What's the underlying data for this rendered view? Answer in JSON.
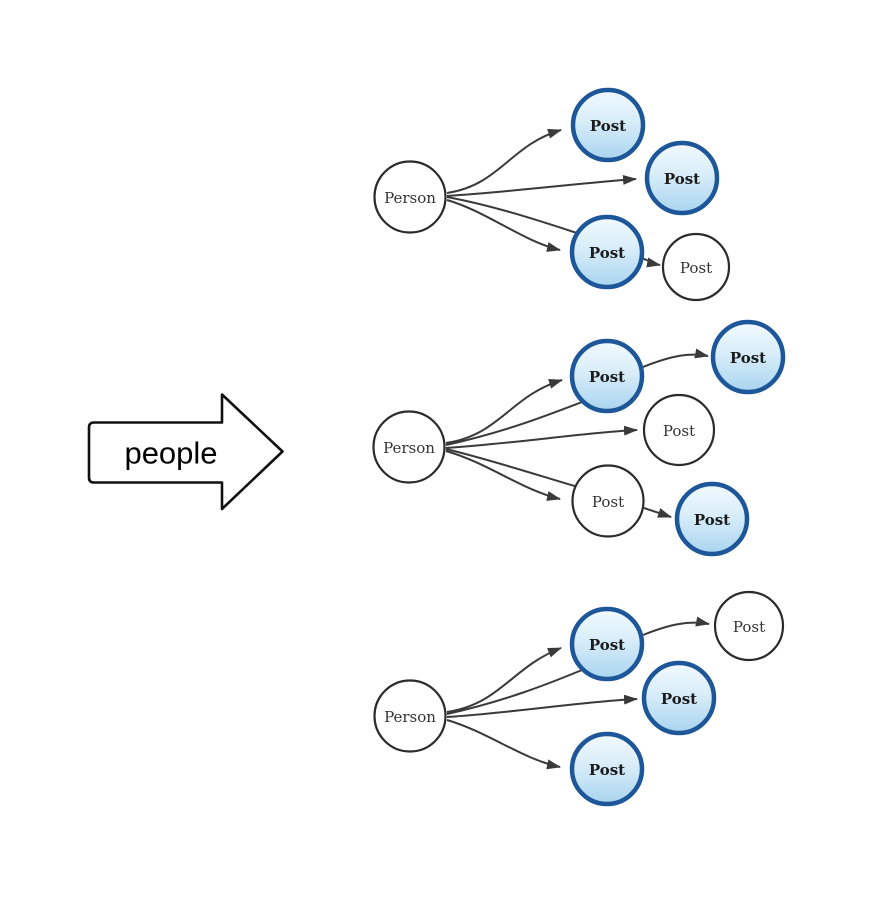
{
  "diagram": {
    "arrow_label": "people",
    "colors": {
      "highlight_border": "#1d5699",
      "highlight_fill_top": "#f2fafe",
      "highlight_fill_bottom": "#a8d4ef",
      "plain_node_border": "#2b2b2b",
      "edge": "#3a3a3a"
    },
    "clusters": [
      {
        "person": "Person",
        "posts": [
          {
            "label": "Post",
            "highlighted": true
          },
          {
            "label": "Post",
            "highlighted": true
          },
          {
            "label": "Post",
            "highlighted": true
          },
          {
            "label": "Post",
            "highlighted": false
          }
        ],
        "edges": [
          "person→posts.0",
          "person→posts.1",
          "person→posts.2",
          "person→posts.2",
          "posts.2→posts.3"
        ]
      },
      {
        "person": "Person",
        "posts": [
          {
            "label": "Post",
            "highlighted": true
          },
          {
            "label": "Post",
            "highlighted": true
          },
          {
            "label": "Post",
            "highlighted": false
          },
          {
            "label": "Post",
            "highlighted": false
          },
          {
            "label": "Post",
            "highlighted": true
          }
        ],
        "edges": [
          "person→posts.0",
          "person→posts.0",
          "person→posts.2",
          "person→posts.3",
          "person→posts.3",
          "posts.0→posts.1",
          "posts.3→posts.4"
        ]
      },
      {
        "person": "Person",
        "posts": [
          {
            "label": "Post",
            "highlighted": true
          },
          {
            "label": "Post",
            "highlighted": false
          },
          {
            "label": "Post",
            "highlighted": true
          },
          {
            "label": "Post",
            "highlighted": true
          }
        ],
        "edges": [
          "person→posts.0",
          "person→posts.0",
          "person→posts.2",
          "person→posts.3",
          "posts.0→posts.1"
        ]
      }
    ]
  }
}
